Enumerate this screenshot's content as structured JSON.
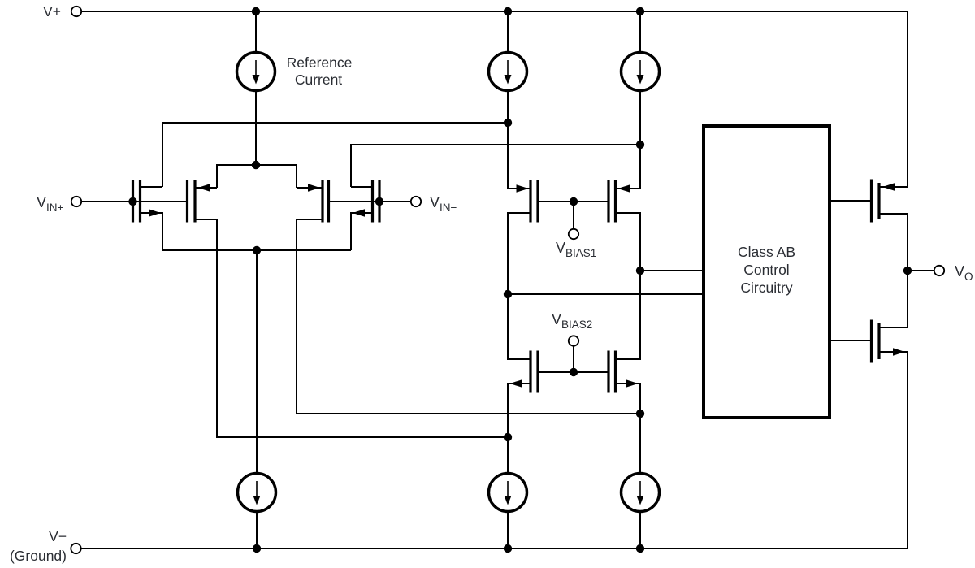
{
  "colors": {
    "wire": "#000000",
    "text": "#2a2d33",
    "background": "#ffffff"
  },
  "terminals": {
    "v_plus": "V+",
    "v_minus": "V−",
    "ground": "(Ground)",
    "v_in_plus": {
      "base": "V",
      "sub": "IN+"
    },
    "v_in_minus": {
      "base": "V",
      "sub": "IN−"
    },
    "v_bias1": {
      "base": "V",
      "sub": "BIAS1"
    },
    "v_bias2": {
      "base": "V",
      "sub": "BIAS2"
    },
    "v_out": {
      "base": "V",
      "sub": "O"
    }
  },
  "annotations": {
    "reference_current": {
      "line1": "Reference",
      "line2": "Current"
    }
  },
  "blocks": {
    "class_ab": {
      "line1": "Class AB",
      "line2": "Control",
      "line3": "Circuitry"
    }
  }
}
